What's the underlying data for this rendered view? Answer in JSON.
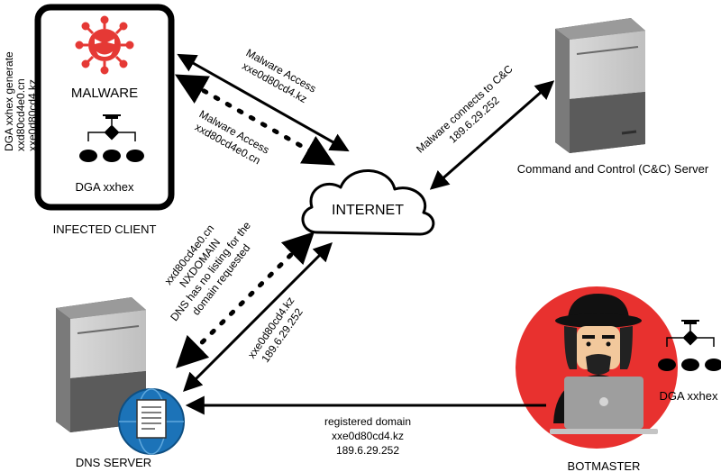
{
  "infected_client": {
    "malware_label": "MALWARE",
    "dga_label": "DGA xxhex",
    "side_note": [
      "DGA xxhex generate",
      "xxd80cd4e0.cn",
      "xxe0d80cd4.kz"
    ],
    "title": "INFECTED CLIENT"
  },
  "internet": {
    "label": "INTERNET"
  },
  "cc_server": {
    "title": "Command and Control (C&C) Server"
  },
  "dns_server": {
    "title": "DNS SERVER"
  },
  "botmaster": {
    "title": "BOTMASTER",
    "dga_label": "DGA xxhex"
  },
  "edges": {
    "malware_access_kz": [
      "Malware Access",
      "xxe0d80cd4.kz"
    ],
    "malware_access_cn": [
      "Malware Access",
      "xxd80cd4e0.cn"
    ],
    "connect_cc": [
      "Malware connects to C&C",
      "189.6.29.252"
    ],
    "nxdomain": [
      "xxd80cd4e0.cn",
      "NXDOMAIN",
      "DNS has no listing for the",
      "domain requested"
    ],
    "dns_kz": [
      "xxe0d80cd4.kz",
      "189.6.29.252"
    ],
    "registered": [
      "registered domain",
      "xxe0d80cd4.kz",
      "189.6.29.252"
    ]
  },
  "colors": {
    "virus_red": "#e53935",
    "botmaster_circle": "#e8312f",
    "server_dark": "#5b5b5b",
    "globe_blue": "#1c73b8"
  }
}
